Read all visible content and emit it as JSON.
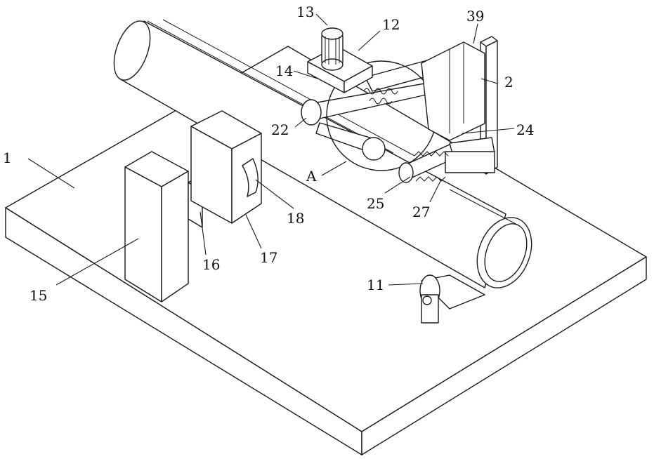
{
  "labels": {
    "l1": "1",
    "l2": "2",
    "l11": "11",
    "l12": "12",
    "l13": "13",
    "l14": "14",
    "l15": "15",
    "l16": "16",
    "l17": "17",
    "l18": "18",
    "l22": "22",
    "l24": "24",
    "l25": "25",
    "l27": "27",
    "l39": "39",
    "lA": "A"
  }
}
